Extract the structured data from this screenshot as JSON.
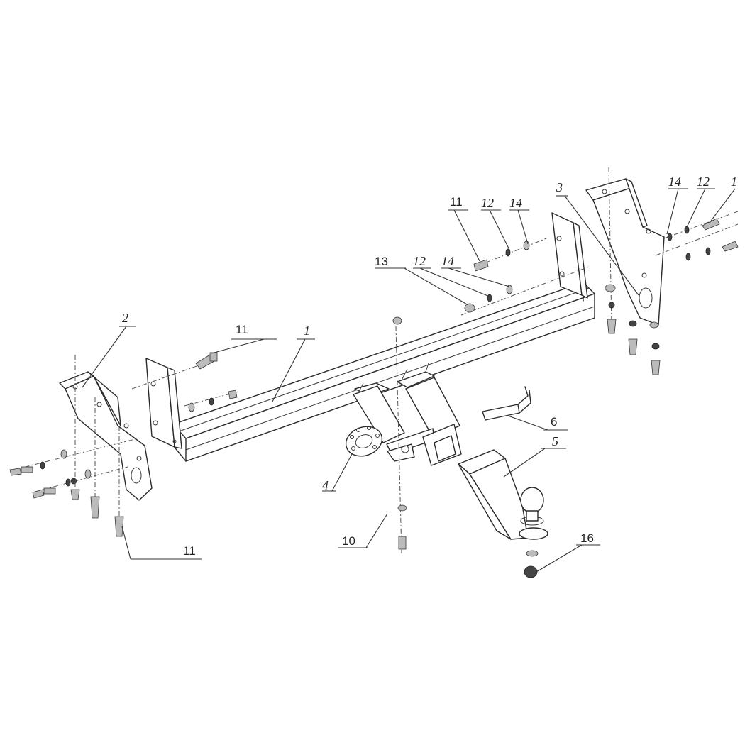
{
  "callouts": [
    {
      "id": "c1",
      "text": "1"
    },
    {
      "id": "c2",
      "text": "2"
    },
    {
      "id": "c3",
      "text": "3"
    },
    {
      "id": "c4",
      "text": "4"
    },
    {
      "id": "c5",
      "text": "5"
    },
    {
      "id": "c6",
      "text": "6"
    },
    {
      "id": "c10",
      "text": "10"
    },
    {
      "id": "c11a",
      "text": "11"
    },
    {
      "id": "c11b",
      "text": "11"
    },
    {
      "id": "c11c",
      "text": "11"
    },
    {
      "id": "c12a",
      "text": "12"
    },
    {
      "id": "c12b",
      "text": "12"
    },
    {
      "id": "c12c",
      "text": "12"
    },
    {
      "id": "c13",
      "text": "13"
    },
    {
      "id": "c14a",
      "text": "14"
    },
    {
      "id": "c14b",
      "text": "14"
    },
    {
      "id": "c14c",
      "text": "14"
    },
    {
      "id": "c16",
      "text": "16"
    },
    {
      "id": "c1edge",
      "text": "1"
    }
  ],
  "colors": {
    "line": "#2a2a2a",
    "background": "#ffffff"
  }
}
